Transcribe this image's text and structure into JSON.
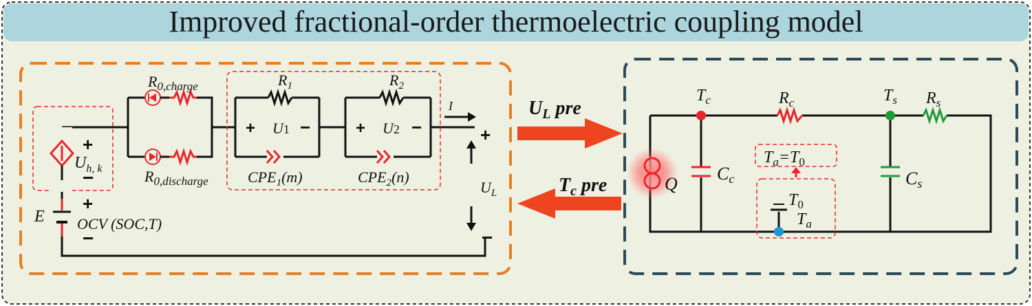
{
  "title": "Improved fractional-order thermoelectric coupling model",
  "colors": {
    "background": "#eef1e1",
    "title_bar": "#add5dd",
    "left_border": "#e67e22",
    "right_border": "#2c4a5a",
    "red": "#e8252b",
    "green": "#1f9a3a",
    "blue": "#1b9ad7",
    "arrow": "#ee4420"
  },
  "electrical": {
    "r0_charge": "R",
    "r0_charge_sub": "0,charge",
    "r0_discharge": "R",
    "r0_discharge_sub": "0,discharge",
    "r1": "R",
    "r1_sub": "1",
    "r2": "R",
    "r2_sub": "2",
    "u1": "U",
    "u1_sub": "1",
    "u2": "U",
    "u2_sub": "2",
    "cpe1": "CPE",
    "cpe1_sub": "1",
    "cpe1_arg": "(m)",
    "cpe2": "CPE",
    "cpe2_sub": "2",
    "cpe2_arg": "(n)",
    "uh": "U",
    "uh_sub": "h, k",
    "e": "E",
    "ocv": "OCV (SOC,T)",
    "current": "I",
    "ul": "U",
    "ul_sub": "L",
    "plus": "+",
    "minus": "−"
  },
  "thermal": {
    "q": "Q",
    "tc": "T",
    "tc_sub": "c",
    "rc": "R",
    "rc_sub": "c",
    "cc": "C",
    "cc_sub": "c",
    "ts": "T",
    "ts_sub": "s",
    "rs": "R",
    "rs_sub": "s",
    "cs": "C",
    "cs_sub": "s",
    "ta_eq_t0": "T",
    "ta_eq_sub_a": "a",
    "ta_eq_mid": "=T",
    "ta_eq_sub_0": "0",
    "t0": "T",
    "t0_sub": "0",
    "ta": "T",
    "ta_sub": "a"
  },
  "coupling": {
    "ul_pre": "U",
    "ul_pre_sub": "L",
    "ul_pre_word": " pre",
    "tc_pre": "T",
    "tc_pre_sub": "c",
    "tc_pre_word": " pre"
  }
}
